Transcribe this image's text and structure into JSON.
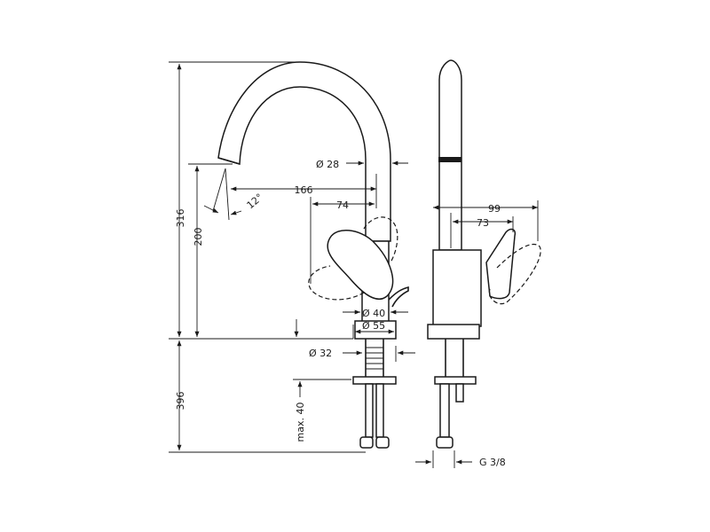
{
  "drawing": {
    "colors": {
      "line": "#1a1a1a",
      "background": "#ffffff"
    },
    "dimensions": {
      "total_height": "316",
      "spout_height": "200",
      "below_deck": "396",
      "spout_diameter": "Ø 28",
      "reach": "166",
      "reach_handle": "74",
      "spray_angle": "12°",
      "body_diameter": "Ø 40",
      "base_diameter": "Ø 55",
      "hole_diameter": "Ø 32",
      "max_thickness": "max. 40",
      "side_depth": "99",
      "side_depth_inner": "73",
      "connection": "G 3/8"
    }
  }
}
